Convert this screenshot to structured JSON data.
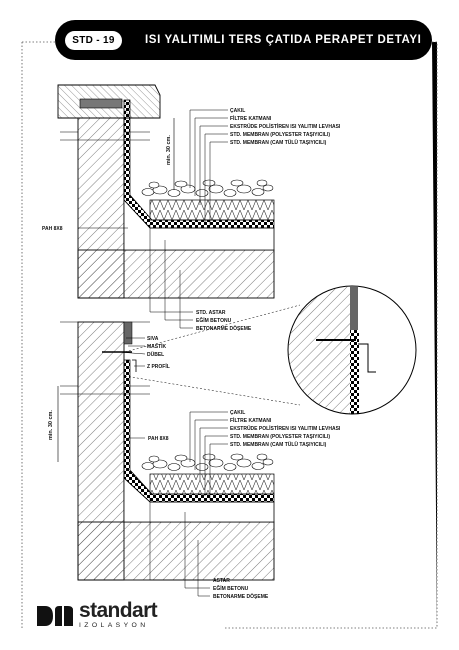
{
  "header": {
    "code": "STD - 19",
    "title": "ISI YALITIMLI TERS ÇATIDA PERAPET DETAYI"
  },
  "detail_top": {
    "labels_right": [
      "ÇAKIL",
      "FİLTRE KATMANI",
      "EKSTRÜDE POLİSTİREN ISI YALITIM LEVHASI",
      "STD. MEMBRAN (POLYESTER TAŞIYICILI)",
      "STD. MEMBRAN (CAM TÜLÜ TAŞIYICILI)"
    ],
    "label_left": "PAH 8X8",
    "labels_bottom": [
      "STD. ASTAR",
      "EĞİM BETONU",
      "BETONARME DÖŞEME"
    ],
    "dimension": "min. 30 cm."
  },
  "detail_bottom": {
    "labels_side": [
      "SIVA",
      "MASTİK",
      "DÜBEL",
      "Z PROFİL"
    ],
    "labels_right": [
      "ÇAKIL",
      "FİLTRE KATMANI",
      "EKSTRÜDE POLİSTİREN ISI YALITIM LEVHASI",
      "STD. MEMBRAN (POLYESTER TAŞIYICILI)",
      "STD. MEMBRAN (CAM TÜLÜ TAŞIYICILI)"
    ],
    "label_left": "PAH 8X8",
    "labels_bottom": [
      "ASTAR",
      "EĞİM BETONU",
      "BETONARME DÖŞEME"
    ],
    "dimension": "min. 30 cm."
  },
  "logo": {
    "word": "standart",
    "sub": "IZOLASYON"
  }
}
